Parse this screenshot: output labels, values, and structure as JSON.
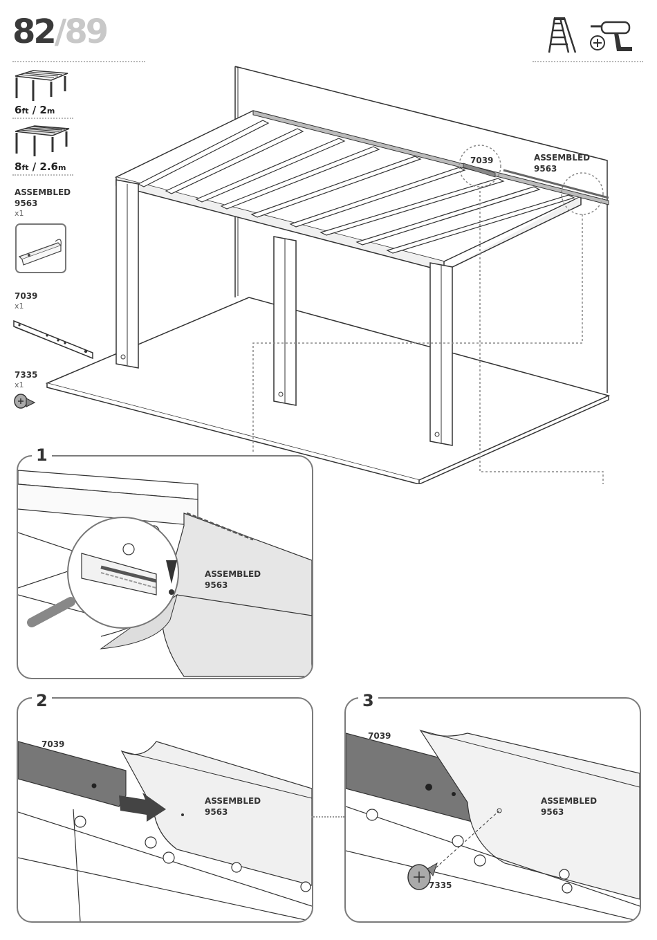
{
  "header": {
    "page_current": "82",
    "page_separator": "/",
    "page_total": "89",
    "tools": [
      "ladder-icon",
      "drill-icon"
    ]
  },
  "sidebar": {
    "sizes": [
      {
        "value": "6",
        "unit_ft": "ft",
        "separator": " / ",
        "metric": "2",
        "unit_m": "m"
      },
      {
        "value": "8",
        "unit_ft": "ft",
        "separator": " / ",
        "metric": "2.6",
        "unit_m": "m"
      }
    ],
    "parts": [
      {
        "name_line1": "ASSEMBLED",
        "name_line2": "9563",
        "qty": "x1"
      },
      {
        "name_line1": "7039",
        "qty": "x1"
      },
      {
        "name_line1": "7335",
        "qty": "x1"
      }
    ]
  },
  "main_diagram": {
    "callout_part": "7039",
    "assembled_line1": "ASSEMBLED",
    "assembled_line2": "9563"
  },
  "steps": [
    {
      "number": "1",
      "label_line1": "ASSEMBLED",
      "label_line2": "9563"
    },
    {
      "number": "2",
      "part_label": "7039",
      "label_line1": "ASSEMBLED",
      "label_line2": "9563"
    },
    {
      "number": "3",
      "part_label": "7039",
      "label_line1": "ASSEMBLED",
      "label_line2": "9563",
      "screw_label": "7335"
    }
  ]
}
